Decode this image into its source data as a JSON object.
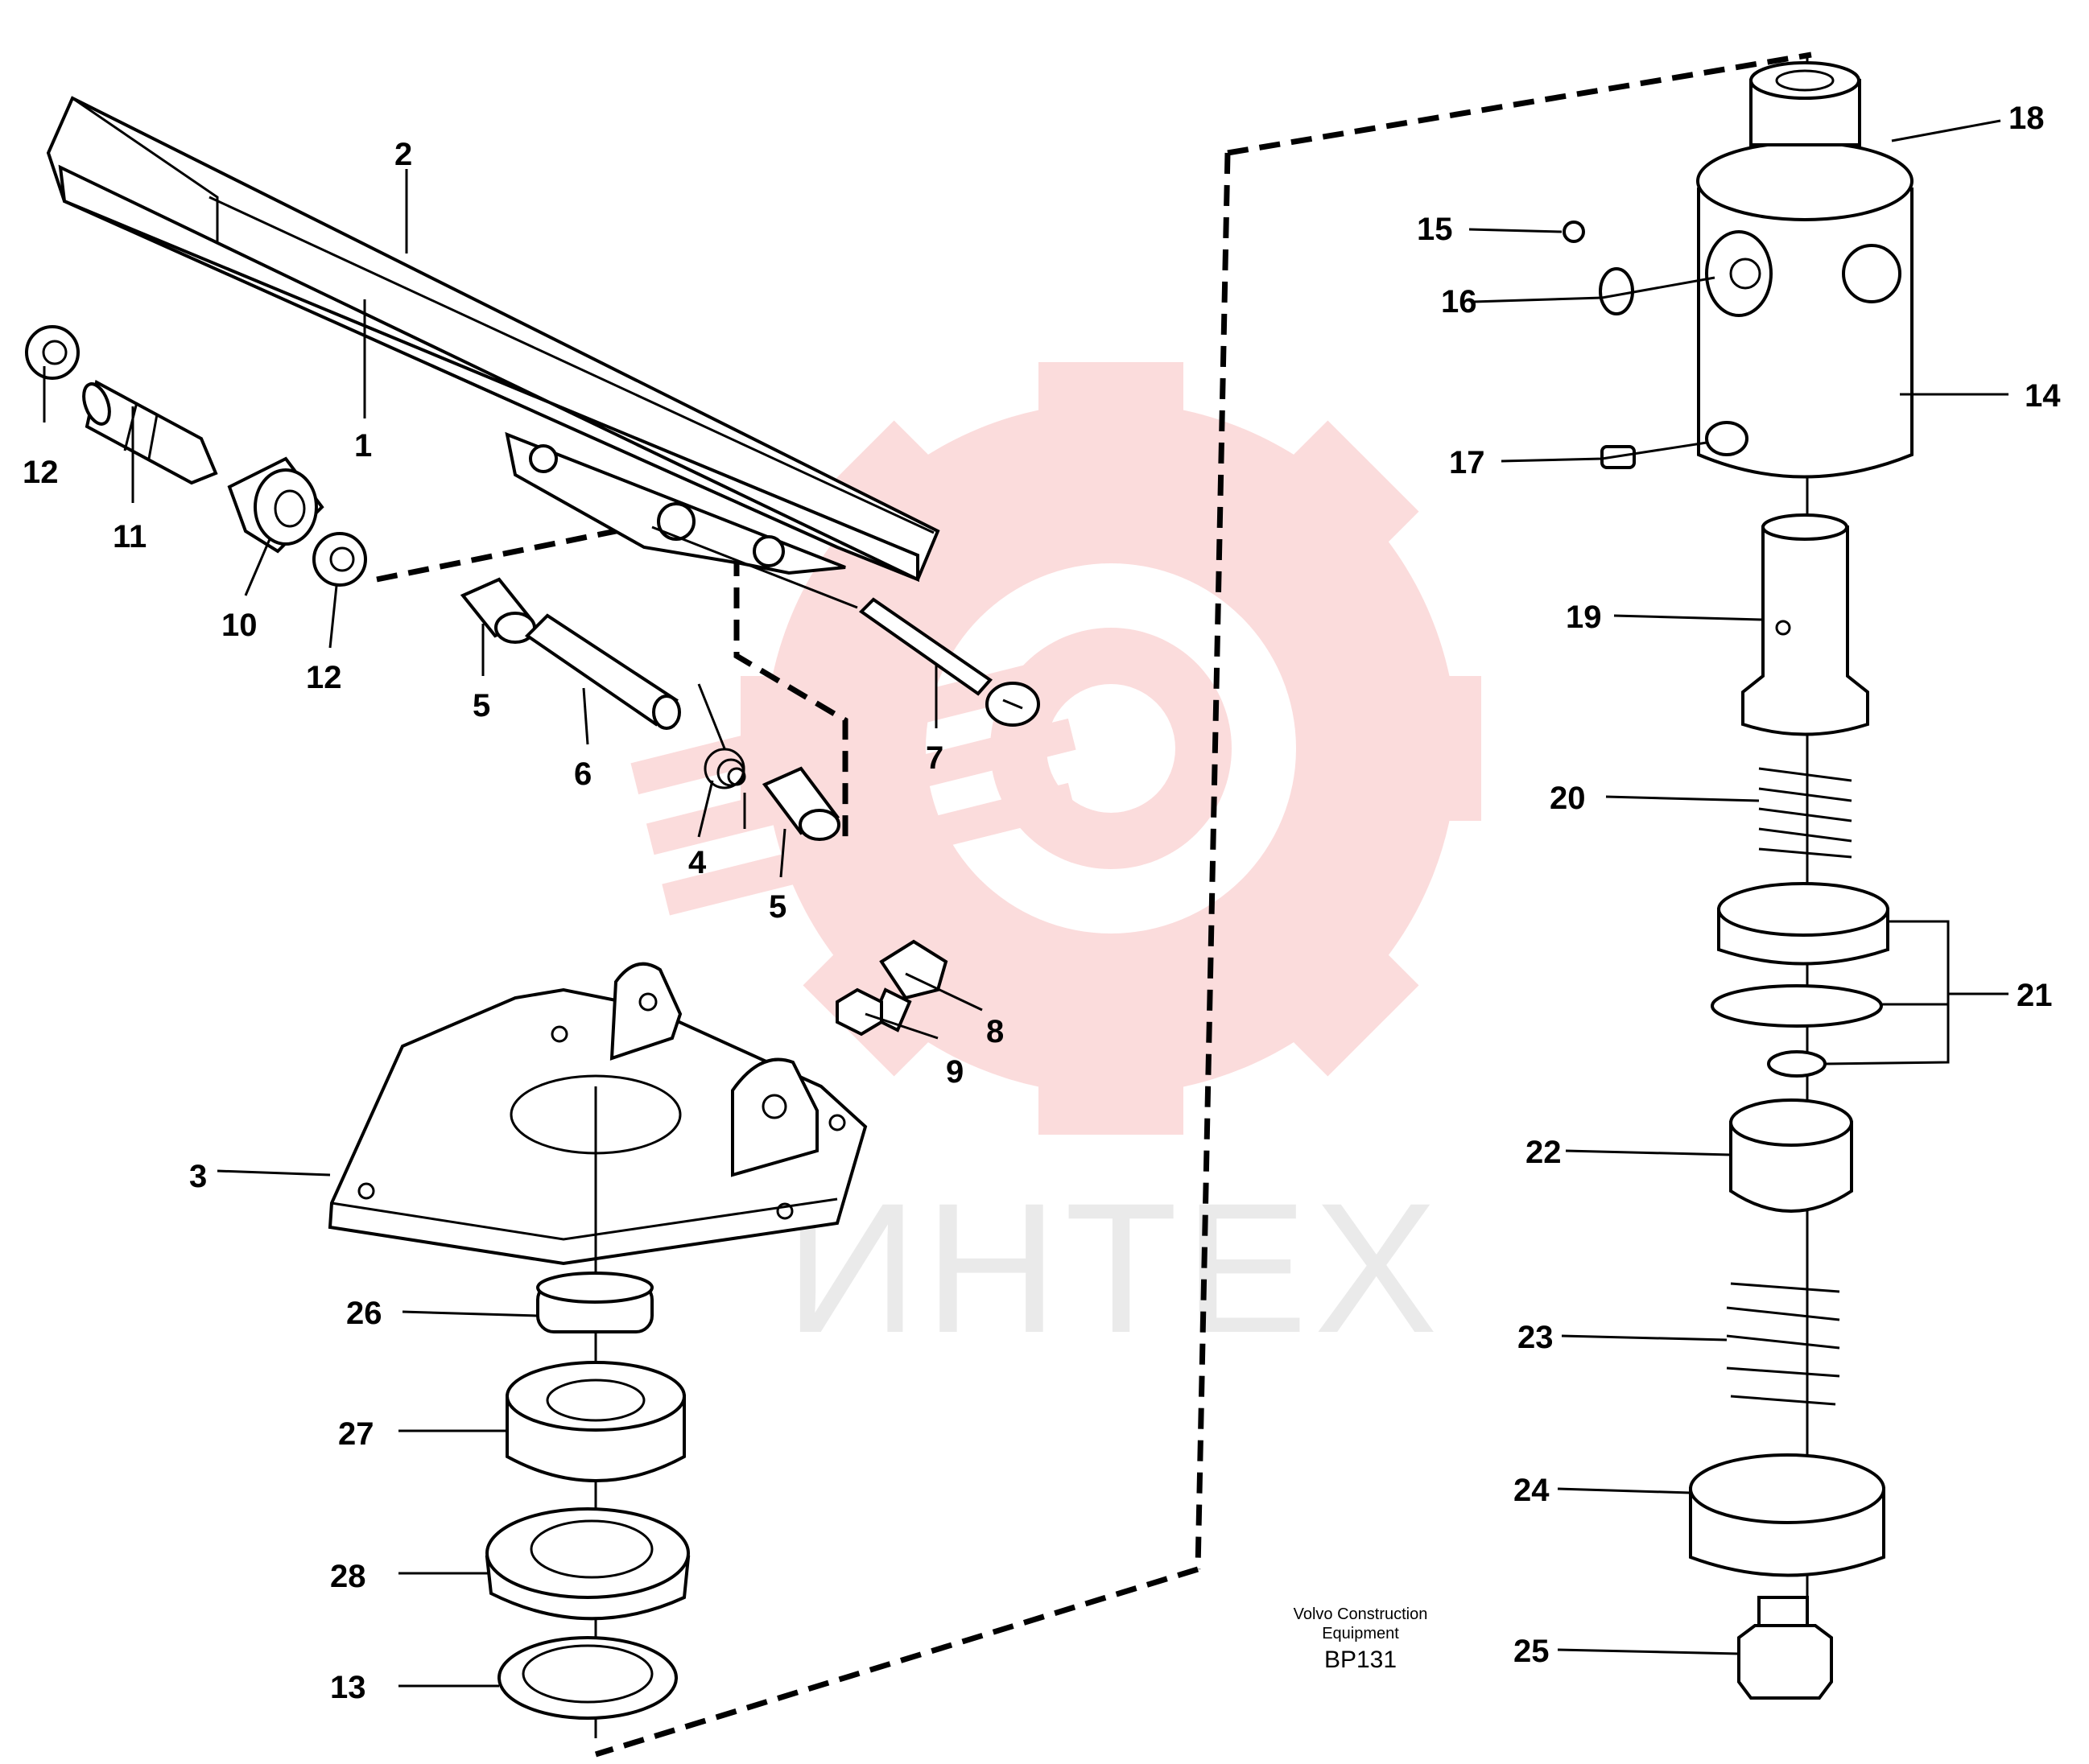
{
  "watermark": {
    "text": "ИНТЕХ",
    "color": "#e8e8e8",
    "logo_color": "#fbd9d9"
  },
  "credit": {
    "line1": "Volvo Construction",
    "line2": "Equipment",
    "code": "BP131"
  },
  "labels": {
    "p1": "1",
    "p2": "2",
    "p3": "3",
    "p4": "4",
    "p5a": "5",
    "p5b": "5",
    "p6": "6",
    "p7": "7",
    "p8": "8",
    "p9": "9",
    "p10": "10",
    "p11": "11",
    "p12a": "12",
    "p12b": "12",
    "p13": "13",
    "p14": "14",
    "p15": "15",
    "p16": "16",
    "p17": "17",
    "p18": "18",
    "p19": "19",
    "p20": "20",
    "p21": "21",
    "p22": "22",
    "p23": "23",
    "p24": "24",
    "p25": "25",
    "p26": "26",
    "p27": "27",
    "p28": "28"
  }
}
